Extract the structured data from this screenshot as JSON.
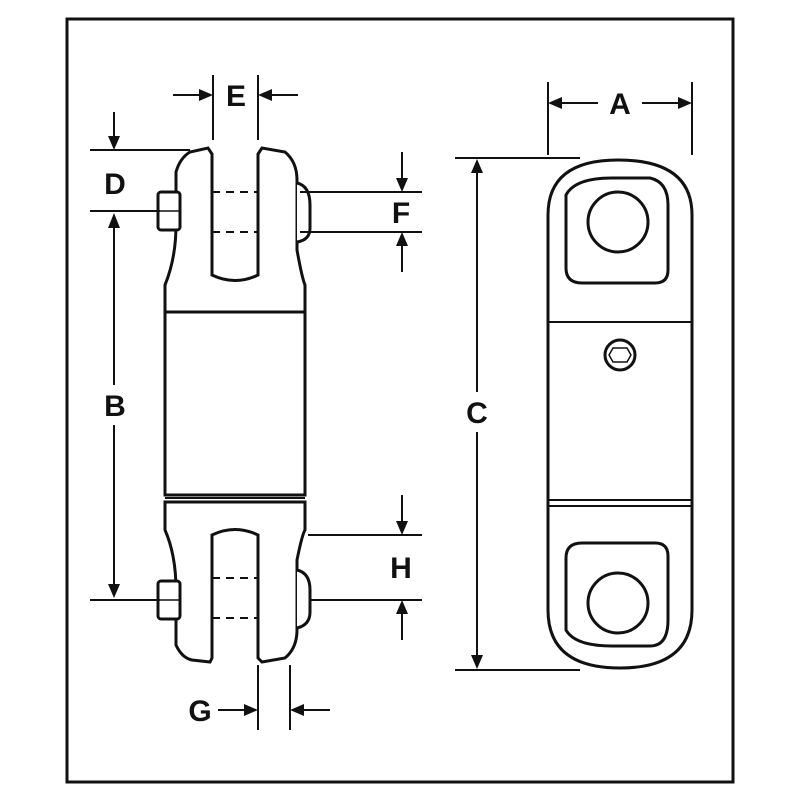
{
  "dimension_labels": {
    "a": "A",
    "b": "B",
    "c": "C",
    "d": "D",
    "e": "E",
    "f": "F",
    "g": "G",
    "h": "H"
  }
}
